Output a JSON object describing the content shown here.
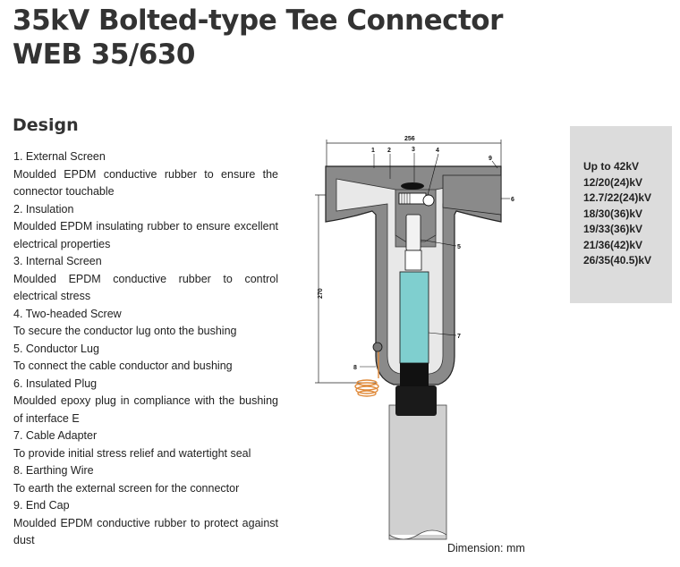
{
  "page": {
    "title_line1": "35kV Bolted-type Tee Connector",
    "title_line2": "WEB 35/630",
    "section_title": "Design",
    "dimension_note": "Dimension: mm"
  },
  "design_items": [
    {
      "title": "1. External Screen",
      "desc": "Moulded EPDM conductive rubber to ensure the connector touchable"
    },
    {
      "title": "2. Insulation",
      "desc": "Moulded EPDM insulating rubber to ensure excellent electrical properties"
    },
    {
      "title": "3. Internal Screen",
      "desc": "Moulded EPDM conductive rubber to control electrical stress"
    },
    {
      "title": "4. Two-headed Screw",
      "desc": "To secure the conductor lug onto the bushing"
    },
    {
      "title": "5. Conductor Lug",
      "desc": "To connect the cable conductor and bushing"
    },
    {
      "title": "6. Insulated Plug",
      "desc": "Moulded epoxy plug in compliance with the bushing of interface E"
    },
    {
      "title": "7. Cable Adapter",
      "desc": "To provide initial stress relief and watertight seal"
    },
    {
      "title": "8. Earthing Wire",
      "desc": "To earth the external screen for the connector"
    },
    {
      "title": "9. End Cap",
      "desc": "Moulded EPDM conductive rubber to protect against dust"
    }
  ],
  "voltage_ratings": [
    "Up to 42kV",
    "12/20(24)kV",
    "12.7/22(24)kV",
    "18/30(36)kV",
    "19/33(36)kV",
    "21/36(42)kV",
    "26/35(40.5)kV"
  ],
  "diagram": {
    "width_dim": "256",
    "height_dim": "270",
    "callouts": [
      "1",
      "2",
      "3",
      "4",
      "5",
      "6",
      "7",
      "8",
      "9"
    ],
    "colors": {
      "rubber": "#8a8a8a",
      "insulation_light": "#e8e8e8",
      "adapter": "#7fcfcf",
      "earth_wire": "#e08a3a",
      "cable": "#d0d0d0"
    }
  }
}
